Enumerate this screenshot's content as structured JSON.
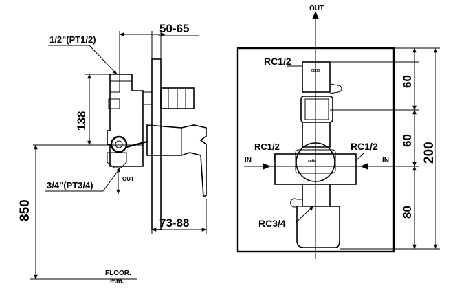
{
  "side_view": {
    "inlet_top_thread": "1/2\"(PT1/2)",
    "dim_wall_depth": "50-65",
    "dim_height_138": "138",
    "dim_height_850": "850",
    "outlet_thread": "3/4\"(PT3/4)",
    "outlet_label": "OUT",
    "dim_handle_depth": "73-88",
    "floor_label": "FLOOR.",
    "unit_label": "mm."
  },
  "front_view": {
    "top_outlet_label": "OUT",
    "top_thread": "RC1/2",
    "left_thread": "RC1/2",
    "right_thread": "RC1/2",
    "left_inlet_label": "IN",
    "right_inlet_label": "IN",
    "bottom_thread": "RC3/4",
    "dim_upper": "60",
    "dim_middle": "60",
    "dim_lower": "80",
    "dim_total": "200"
  }
}
